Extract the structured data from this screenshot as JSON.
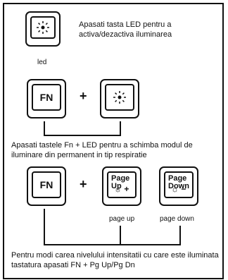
{
  "section1": {
    "text": "Apasati tasta LED pentru a activa/dezactiva iluminarea",
    "caption": "led"
  },
  "section2": {
    "fn_label": "FN",
    "plus": "+",
    "text": "Apasati tastele Fn + LED pentru a schimba modul de iluminare din permanent in tip respiratie"
  },
  "section3": {
    "fn_label": "FN",
    "plus": "+",
    "pageup_label": "Page\nUp",
    "pageup_sym": "☼ +",
    "pagedown_label": "Page\nDown",
    "pagedown_sym": "☼ −",
    "caption_up": "page up",
    "caption_down": "page down",
    "text": "Pentru modi carea nivelului intensitatii cu care este iluminata tastatura apasati FN + Pg Up/Pg Dn"
  },
  "icons": {
    "led": "sun-icon"
  }
}
